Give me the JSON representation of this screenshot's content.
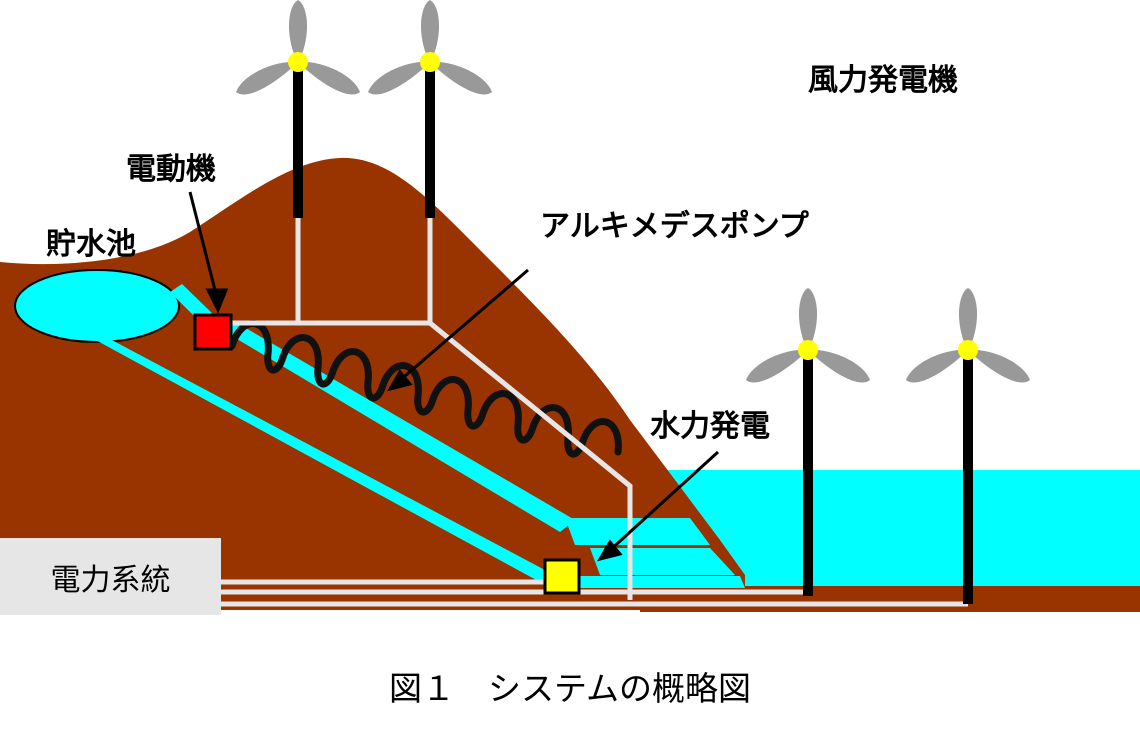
{
  "labels": {
    "wind_turbine": "風力発電機",
    "motor": "電動機",
    "reservoir": "貯水池",
    "archimedes_pump": "アルキメデスポンプ",
    "hydro_power": "水力発電",
    "power_grid": "電力系統"
  },
  "caption": "図１　システムの概略図",
  "colors": {
    "hill": "#993300",
    "water": "#00ffff",
    "motor": "#ff0000",
    "generator": "#ffff00",
    "wire": "#e6e6e6",
    "blade": "#999999",
    "hub": "#ffff00",
    "tower": "#000000",
    "grid_box": "#e6e6e6"
  },
  "icons": [
    "wind-turbine-icon",
    "motor-icon",
    "generator-icon",
    "screw-pump-icon",
    "reservoir-icon"
  ]
}
